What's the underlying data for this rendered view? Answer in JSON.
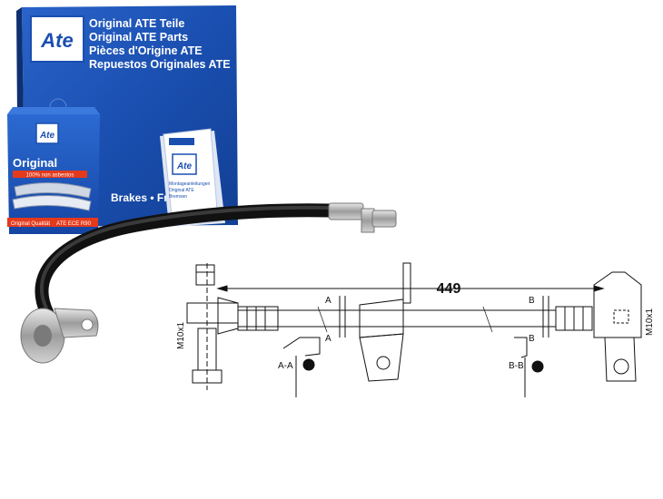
{
  "box": {
    "logo": "Ate",
    "lines": [
      "Original ATE Teile",
      "Original ATE Parts",
      "Pièces d'Origine ATE",
      "Repuestos Originales ATE"
    ]
  },
  "pad_box": {
    "logo": "Ate",
    "title": "Original",
    "banner": "100% non asbestos",
    "bottom_left": "Original Qualität",
    "bottom_right": "ATE ECE R90",
    "brakes_text": "Brakes • Frei___os"
  },
  "booklet": {
    "logo": "Ate",
    "lines": [
      "Montageanleitungen",
      "Original ATE",
      "Bremsen"
    ]
  },
  "drawing": {
    "length": "449",
    "thread_left": "M10x1",
    "thread_right": "M10x1",
    "section_a": "A",
    "section_b": "B",
    "section_aa": "A-A",
    "section_bb": "B-B"
  },
  "colors": {
    "box_blue": "#1a4fb0",
    "hose": "#1c1c1c",
    "metal": "#b8b8b8"
  }
}
